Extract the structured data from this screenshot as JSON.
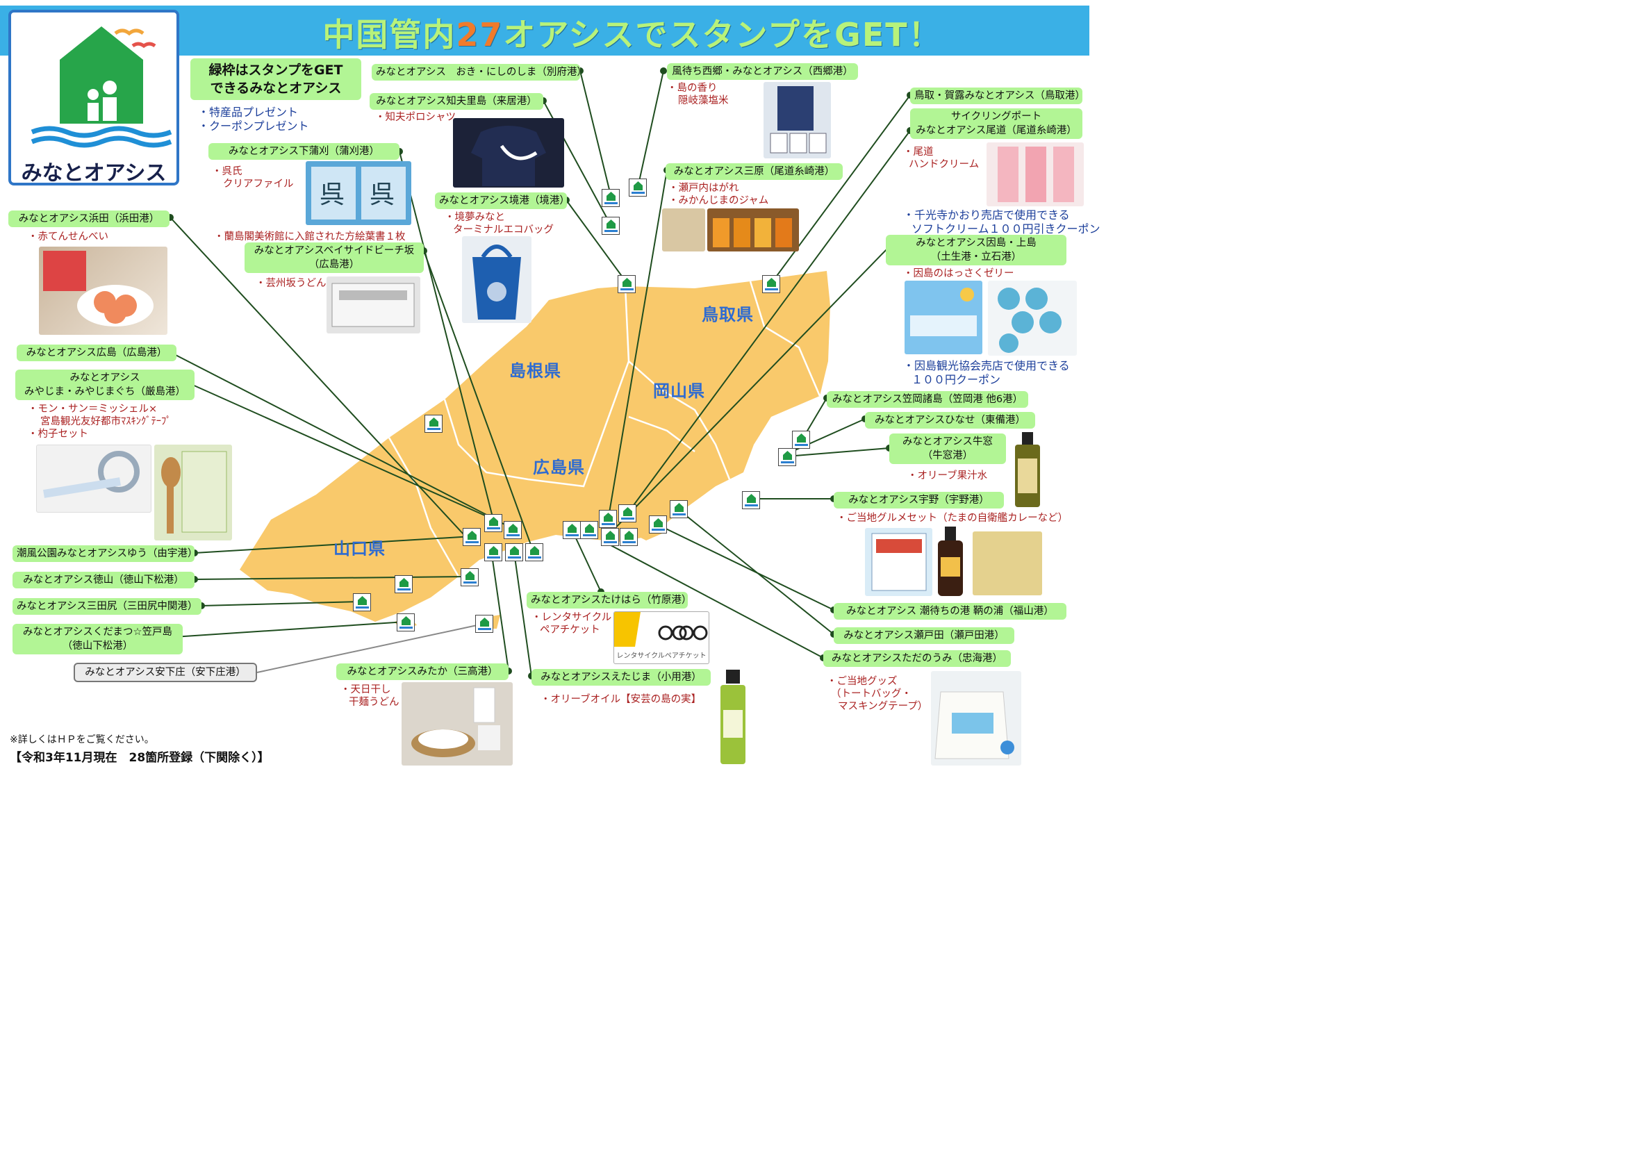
{
  "header": {
    "title_part1": "中国管内",
    "title_num": "27",
    "title_part2": "オアシスでスタンプをGET！"
  },
  "logo": {
    "text": "みなとオアシス",
    "colors": {
      "house": "#27a54a",
      "waves": "#1f8fd6",
      "birds": "#f2a63b"
    }
  },
  "legend": {
    "box": [
      "緑枠はスタンプをGET",
      "できるみなとオアシス"
    ],
    "items": [
      "・特産品プレゼント",
      "・クーポンプレゼント"
    ]
  },
  "prefectures": [
    "鳥取県",
    "島根県",
    "岡山県",
    "広島県",
    "山口県"
  ],
  "stations": {
    "hamada": {
      "label": "みなとオアシス浜田（浜田港）",
      "notes": [
        "・赤てんせんべい"
      ]
    },
    "hiroshima": {
      "label": "みなとオアシス広島（広島港）"
    },
    "miyajima": {
      "label": [
        "みなとオアシス",
        "みやじま・みやじまぐち（厳島港）"
      ],
      "notes": [
        "・モン・サン＝ミッシェル×",
        "宮島観光友好都市ﾏｽｷﾝｸﾞﾃｰﾌﾟ",
        "・杓子セット"
      ]
    },
    "yu": {
      "label": "潮風公園みなとオアシスゆう（由宇港）"
    },
    "tokuyama": {
      "label": "みなとオアシス徳山（徳山下松港）"
    },
    "mitajiri": {
      "label": "みなとオアシス三田尻（三田尻中関港）"
    },
    "kudamatsu": {
      "label": [
        "みなとオアシスくだまつ☆笠戸島",
        "（徳山下松港）"
      ]
    },
    "yasushitasho": {
      "label": "みなとオアシス安下庄（安下庄港）"
    },
    "oki": {
      "label": "みなとオアシス　おき・にしのしま（別府港）"
    },
    "chibu": {
      "label": "みなとオアシス知夫里島（来居港）",
      "notes": [
        "・知夫ポロシャツ"
      ]
    },
    "shimokamagari": {
      "label": "みなとオアシス下蒲刈（蒲刈港）",
      "notes": [
        "・呉氏",
        "クリアファイル",
        "・蘭島閣美術館に入館された方絵葉書１枚"
      ]
    },
    "sakaiminato": {
      "label": "みなとオアシス境港（境港）",
      "notes": [
        "・境夢みなと",
        "ターミナルエコバッグ"
      ]
    },
    "bayside": {
      "label": [
        "みなとオアシスベイサイドビーチ坂",
        "（広島港）"
      ],
      "notes": [
        "・芸州坂うどん"
      ]
    },
    "saigo": {
      "label": "風待ち西郷・みなとオアシス（西郷港）",
      "notes": [
        "・島の香り",
        "隠岐藻塩米"
      ]
    },
    "mihara": {
      "label": "みなとオアシス三原（尾道糸崎港）",
      "notes": [
        "・瀬戸内はがれ",
        "・みかんじまのジャム"
      ]
    },
    "tottori": {
      "label": "鳥取・賀露みなとオアシス（鳥取港）"
    },
    "onomichi": {
      "label": [
        "サイクリングポート",
        "みなとオアシス尾道（尾道糸崎港）"
      ],
      "notes": [
        "・尾道",
        "ハンドクリーム",
        "・千光寺かおり売店で使用できる",
        "ソフトクリーム１００円引きクーポン"
      ]
    },
    "innoshima": {
      "label": [
        "みなとオアシス因島・上島",
        "（土生港・立石港）"
      ],
      "notes": [
        "・因島のはっさくゼリー",
        "・因島観光協会売店で使用できる",
        "１００円クーポン"
      ]
    },
    "kasaoka": {
      "label": "みなとオアシス笠岡諸島（笠岡港 他6港）"
    },
    "hinase": {
      "label": "みなとオアシスひなせ（東備港）"
    },
    "ushimado": {
      "label": [
        "みなとオアシス牛窓",
        "（牛窓港）"
      ],
      "notes": [
        "・オリーブ果汁水"
      ]
    },
    "uno": {
      "label": "みなとオアシス宇野（宇野港）",
      "notes": [
        "・ご当地グルメセット（たまの自衛艦カレーなど）"
      ]
    },
    "tomonoura": {
      "label": "みなとオアシス 潮待ちの港 鞆の浦（福山港）"
    },
    "setoda": {
      "label": "みなとオアシス瀬戸田（瀬戸田港）"
    },
    "tadanoumi": {
      "label": "みなとオアシスただのうみ（忠海港）",
      "notes": [
        "・ご当地グッズ",
        "（トートバッグ・",
        "マスキングテープ）"
      ]
    },
    "takehara": {
      "label": "みなとオアシスたけはら（竹原港）",
      "notes": [
        "・レンタサイクル",
        "ペアチケット"
      ]
    },
    "mitaka": {
      "label": "みなとオアシスみたか（三高港）",
      "notes": [
        "・天日干し",
        "干麺うどん"
      ]
    },
    "etajima": {
      "label": "みなとオアシスえたじま（小用港）",
      "notes": [
        "・オリーブオイル【安芸の島の実】"
      ]
    }
  },
  "photos": {
    "rental_ticket_text": "レンタサイクルペアチケット"
  },
  "footer": {
    "note": "※詳しくはＨＰをご覧ください。",
    "status": "【令和3年11月現在　28箇所登録（下関除く）】"
  },
  "colors": {
    "banner": "#3ab0e6",
    "label_bg": "#b2f595",
    "map_land": "#f9c96b",
    "line": "#1f4d1f",
    "note_red": "#a22"
  }
}
